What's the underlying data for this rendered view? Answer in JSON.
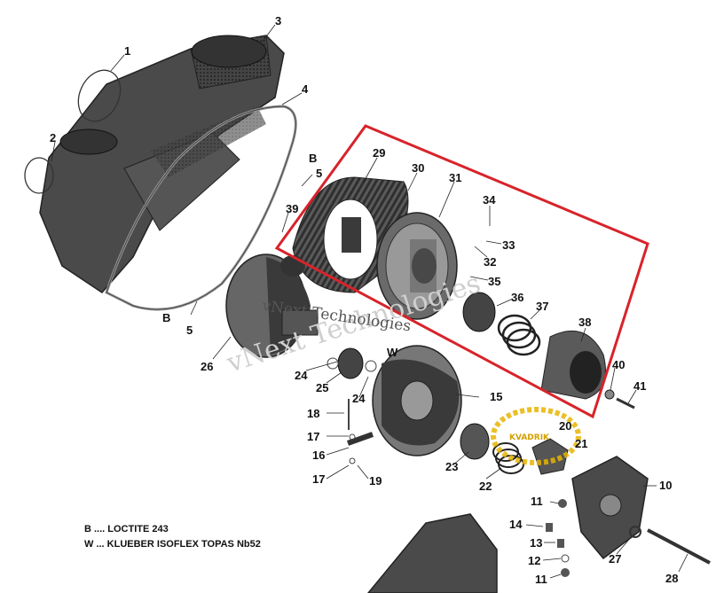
{
  "callouts": [
    "1",
    "2",
    "3",
    "4",
    "5",
    "B",
    "39",
    "29",
    "30",
    "31",
    "34",
    "33",
    "32",
    "35",
    "36",
    "37",
    "38",
    "40",
    "41",
    "26",
    "B",
    "5",
    "24",
    "25",
    "W",
    "24",
    "15",
    "18",
    "17",
    "16",
    "17",
    "19",
    "23",
    "20",
    "21",
    "22",
    "10",
    "11",
    "14",
    "13",
    "12",
    "11",
    "27",
    "28"
  ],
  "legend": {
    "line1": "B .... LOCTITE 243",
    "line2": "W ... KLUEBER ISOFLEX TOPAS Nb52"
  },
  "watermark": {
    "line1": "vNext Technologies",
    "line2": "vNext Technologies"
  },
  "logo": {
    "text": "KVADRIK"
  },
  "colors": {
    "highlight": "#d8232a",
    "part_dark": "#3a3a3a",
    "part_mid": "#7a7a7a",
    "logo": "#e8b400"
  }
}
